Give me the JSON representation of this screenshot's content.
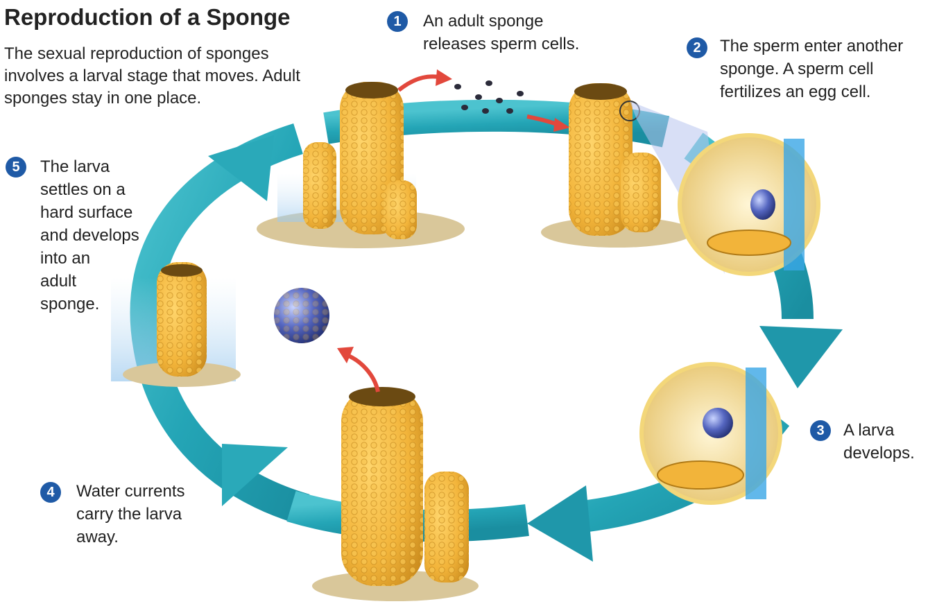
{
  "title": "Reproduction of a Sponge",
  "subtitle": "The sexual reproduction of sponges involves a larval stage that moves. Adult sponges stay in one place.",
  "steps": [
    {
      "number": "1",
      "text": "An adult sponge\nreleases sperm cells."
    },
    {
      "number": "2",
      "text": "The sperm enter another\nsponge. A sperm cell\nfertilizes an egg cell."
    },
    {
      "number": "3",
      "text": "A larva\ndevelops."
    },
    {
      "number": "4",
      "text": "Water currents\ncarry the larva\naway."
    },
    {
      "number": "5",
      "text": "The larva\nsettles on a\nhard surface\nand develops\ninto an\nadult\nsponge."
    }
  ],
  "colors": {
    "cycle_arrow": "#2aa9b9",
    "badge": "#1f5aa6",
    "sponge": "#f2b43a",
    "release_arrow": "#e2483c",
    "larva": "#3c4fa0"
  }
}
